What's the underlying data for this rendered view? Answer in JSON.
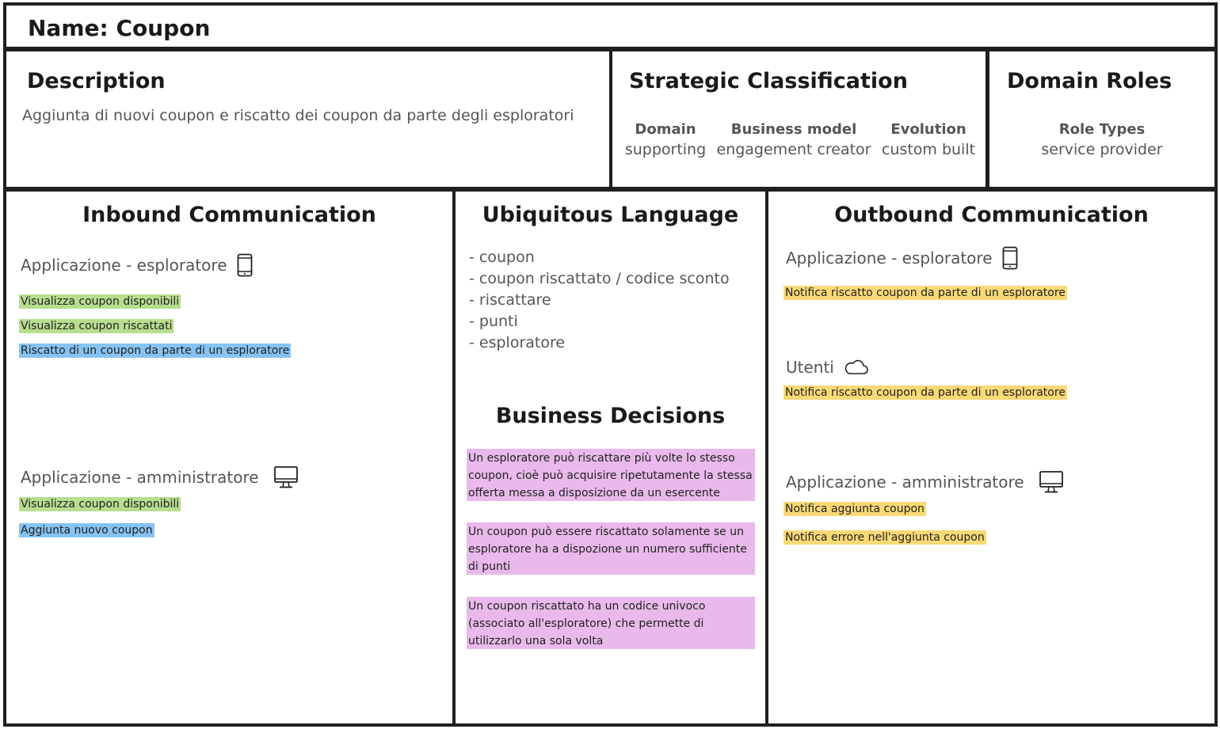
{
  "name_title": "Name: Coupon",
  "description": {
    "heading": "Description",
    "text": "Aggiunta di nuovi coupon e riscatto dei coupon da parte degli esploratori"
  },
  "strategic": {
    "heading": "Strategic Classification",
    "columns": [
      {
        "title": "Domain",
        "value": "supporting"
      },
      {
        "title": "Business model",
        "value": "engagement creator"
      },
      {
        "title": "Evolution",
        "value": "custom built"
      }
    ]
  },
  "domain_roles": {
    "heading": "Domain Roles",
    "title": "Role Types",
    "value": "service provider"
  },
  "inbound": {
    "heading": "Inbound Communication",
    "groups": [
      {
        "source": "Applicazione - esploratore",
        "icon": "tablet-icon",
        "items": [
          {
            "text": "Visualizza coupon disponibili",
            "color": "#b7dd8e"
          },
          {
            "text": "Visualizza coupon riscattati",
            "color": "#b7dd8e"
          },
          {
            "text": "Riscatto di un coupon da parte di un esploratore",
            "color": "#86c3f2"
          }
        ]
      },
      {
        "source": "Applicazione - amministratore",
        "icon": "monitor-icon",
        "items": [
          {
            "text": "Visualizza coupon disponibili",
            "color": "#b7dd8e"
          },
          {
            "text": "Aggiunta nuovo coupon",
            "color": "#86c3f2"
          }
        ]
      }
    ]
  },
  "ubiquitous": {
    "heading": "Ubiquitous Language",
    "terms": [
      "- coupon",
      "- coupon riscattato / codice sconto",
      "- riscattare",
      "- punti",
      "- esploratore"
    ]
  },
  "business_decisions": {
    "heading": "Business Decisions",
    "items": [
      "Un esploratore può riscattare più volte lo stesso coupon, cioè può acquisire ripetutamente la stessa offerta messa a disposizione da un esercente",
      "Un coupon può essere riscattato solamente se un esploratore ha a dispozione un numero sufficiente di punti",
      "Un coupon riscattato ha un codice univoco (associato all'esploratore) che permette di utilizzarlo una sola volta"
    ],
    "color": "#e8b9ea"
  },
  "outbound": {
    "heading": "Outbound Communication",
    "groups": [
      {
        "source": "Applicazione - esploratore",
        "icon": "tablet-icon",
        "items": [
          {
            "text": "Notifica riscatto coupon da parte di un esploratore",
            "color": "#f9d976"
          }
        ]
      },
      {
        "source": "Utenti",
        "icon": "cloud-icon",
        "items": [
          {
            "text": "Notifica riscatto coupon da parte di un esploratore",
            "color": "#f9d976"
          }
        ]
      },
      {
        "source": "Applicazione - amministratore",
        "icon": "monitor-icon",
        "items": [
          {
            "text": "Notifica aggiunta coupon",
            "color": "#f9d976"
          },
          {
            "text": "Notifica errore nell'aggiunta coupon",
            "color": "#f9d976"
          }
        ]
      }
    ]
  }
}
